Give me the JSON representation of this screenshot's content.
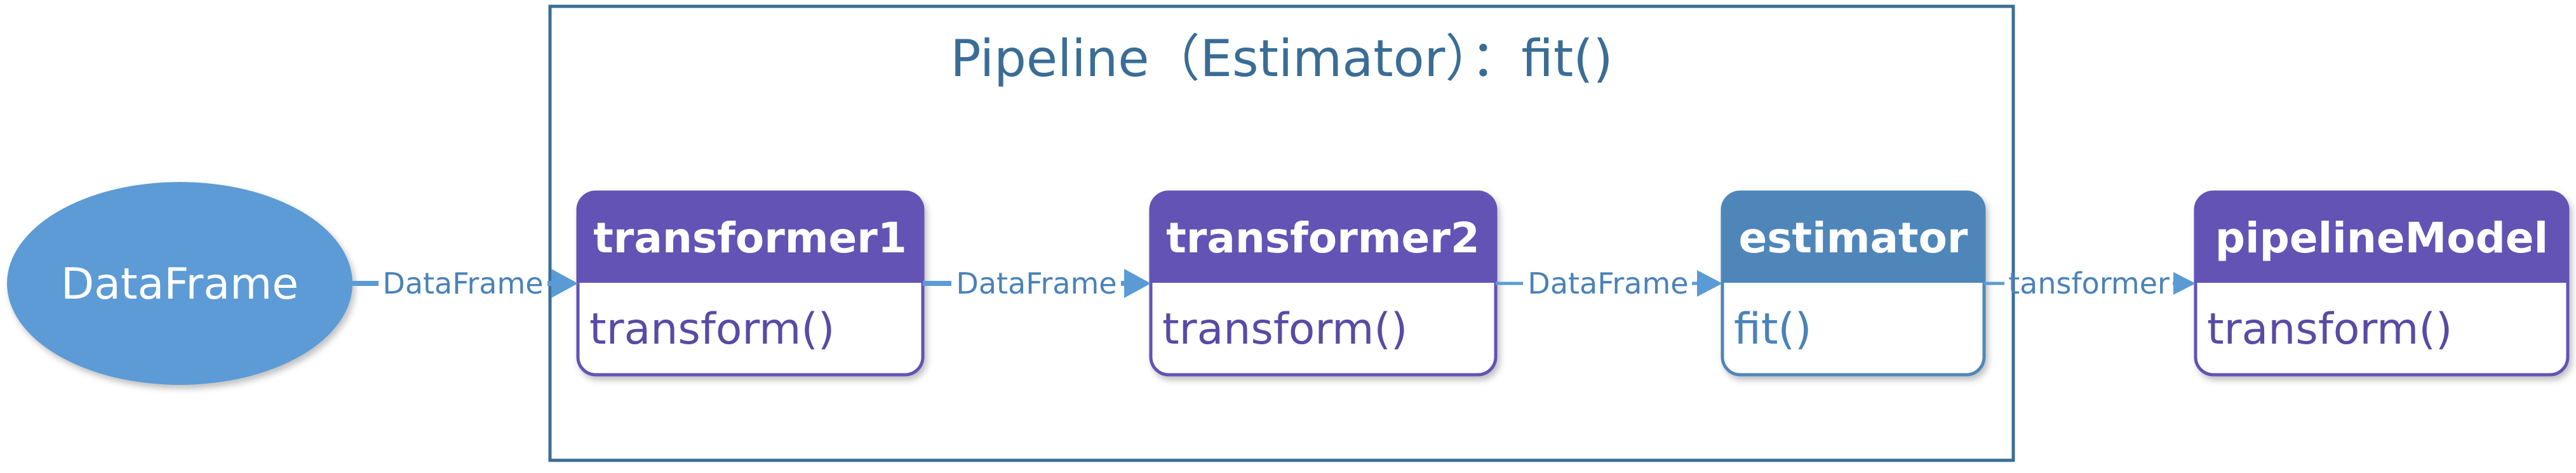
{
  "diagram": {
    "container_title": "Pipeline（Estimator）：fit()",
    "input": {
      "label": "DataFrame"
    },
    "stages": [
      {
        "header": "transformer1",
        "method": "transform()"
      },
      {
        "header": "transformer2",
        "method": "transform()"
      },
      {
        "header": "estimator",
        "method": "fit()"
      }
    ],
    "output": {
      "header": "pipelineModel",
      "method": "transform()"
    },
    "edges": [
      {
        "label": "DataFrame"
      },
      {
        "label": "DataFrame"
      },
      {
        "label": "DataFrame"
      },
      {
        "label": "tansformer"
      }
    ]
  },
  "colors": {
    "container_border": "#3a6d96",
    "ellipse_fill": "#5b9bd5",
    "transformer_header": "#6252b5",
    "estimator_header": "#4f86ba",
    "arrow": "#5b9bd5"
  }
}
